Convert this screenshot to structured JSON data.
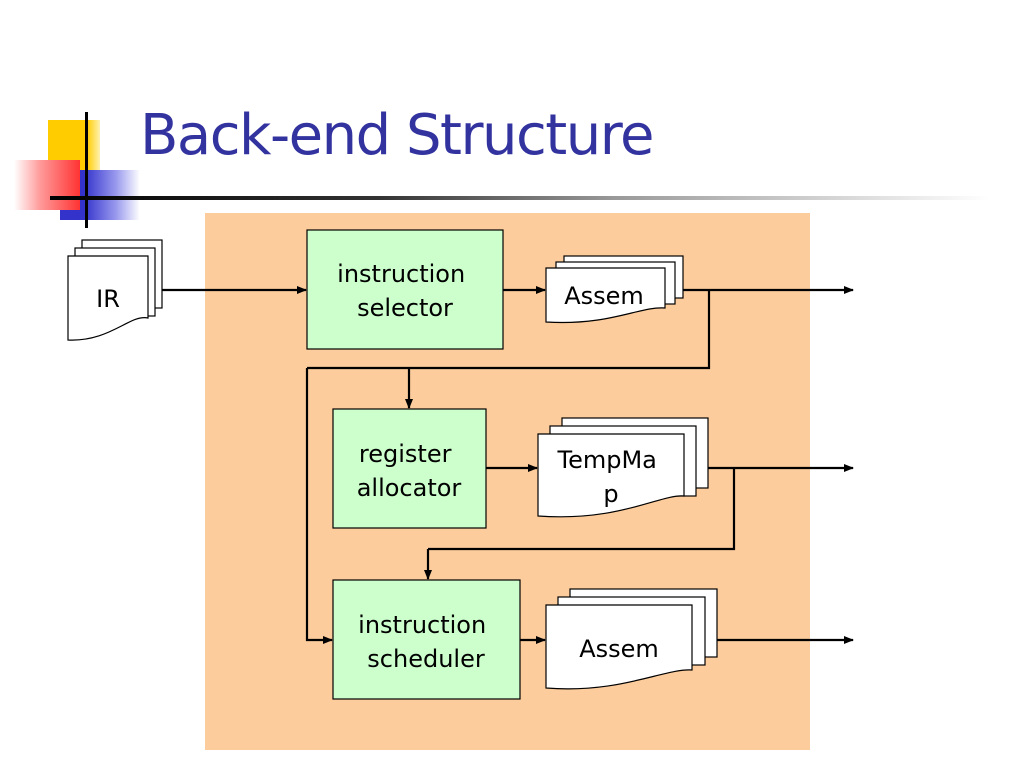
{
  "slide": {
    "title": "Back-end Structure"
  },
  "colors": {
    "title": "#3333a0",
    "panel": "#fccc9c",
    "process_box": "#ccffcc",
    "deco_yellow": "#ffcc00",
    "deco_blue": "#3333cc",
    "deco_red": "#ff3333"
  },
  "diagram": {
    "input": {
      "label": "IR",
      "shape": "document-stack"
    },
    "processes": [
      {
        "line1": "instruction",
        "line2": "selector"
      },
      {
        "line1": "register",
        "line2": "allocator"
      },
      {
        "line1": "instruction",
        "line2": "scheduler"
      }
    ],
    "outputs": [
      {
        "line1": "Assem",
        "line2": ""
      },
      {
        "line1": "TempMa",
        "line2": "p"
      },
      {
        "line1": "Assem",
        "line2": ""
      }
    ],
    "edges": [
      "IR -> instruction selector",
      "instruction selector -> Assem",
      "Assem -> register allocator",
      "Assem -> instruction scheduler",
      "register allocator -> TempMap",
      "TempMap -> instruction scheduler",
      "instruction scheduler -> Assem",
      "Assem -> output",
      "TempMap -> output",
      "Assem -> output"
    ]
  }
}
